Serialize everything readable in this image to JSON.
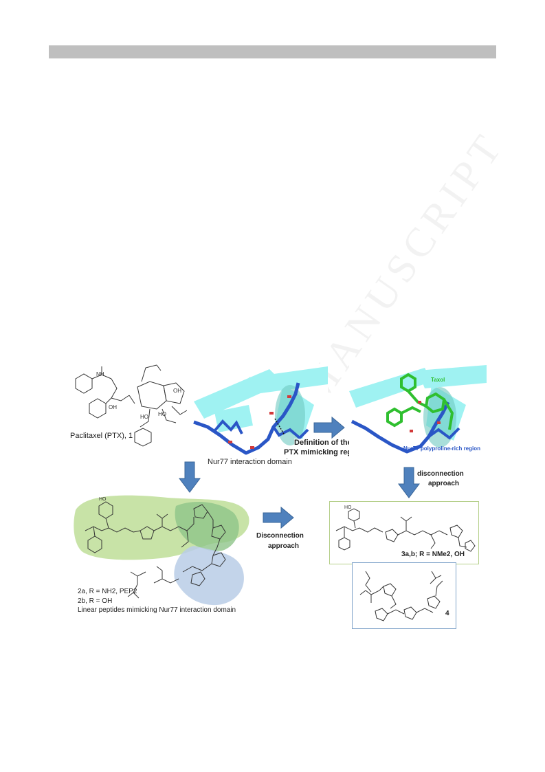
{
  "page": {
    "watermark": "MANUSCRIPT"
  },
  "figure": {
    "paclitaxel_label": "Paclitaxel (PTX), 1",
    "structure1_labels": {
      "nh": "NH",
      "oh1": "OH",
      "oh2": "OH",
      "ho": "HO",
      "ho2": "HO"
    },
    "nur77_caption": "Nur77 interaction domain",
    "definition_text_line1": "Definition of the",
    "definition_text_line2": "PTX mimicking region",
    "taxol_label": "Taxol",
    "polyproline_label": "Nur77 polyproline-rich region",
    "disconnection_right_line1": "disconnection",
    "disconnection_right_line2": "approach",
    "disconnection_left_line1": "Disconnection",
    "disconnection_left_line2": "approach",
    "compound_2a": "2a, R = NH2, PEP2",
    "compound_2b": "2b, R = OH",
    "linear_peptides_caption": "Linear peptides mimicking Nur77 interaction domain",
    "compound_3ab": "3a,b; R = NMe2, OH",
    "compound_4": "4",
    "colors": {
      "cyan": "#8ff0f0",
      "peptide_blue": "#2a56c6",
      "arrow_blue": "#4f81bd",
      "green_highlight": "#b6d98a",
      "blue_highlight": "#b9cde6",
      "box_green": "#b5cf8a",
      "box_blue": "#7fa3c9",
      "taxol_green": "#2fbf2f"
    }
  }
}
